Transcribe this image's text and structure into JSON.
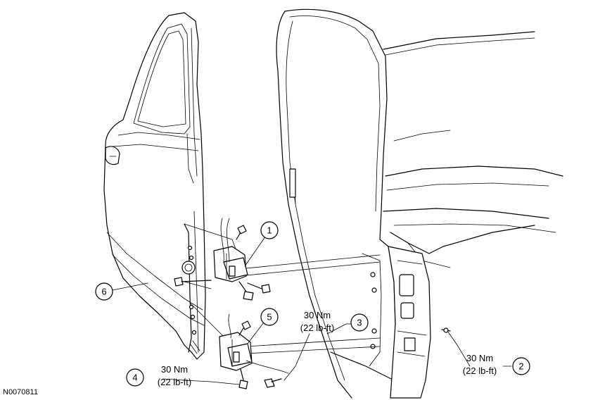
{
  "figure_id": "N0070811",
  "callouts": [
    {
      "number": "1"
    },
    {
      "number": "2"
    },
    {
      "number": "3"
    },
    {
      "number": "4"
    },
    {
      "number": "5"
    },
    {
      "number": "6"
    }
  ],
  "torque_specs": {
    "item2": {
      "metric": "30 Nm",
      "imperial": "(22 lb-ft)"
    },
    "item3": {
      "metric": "30 Nm",
      "imperial": "(22 lb-ft)"
    },
    "item4": {
      "metric": "30 Nm",
      "imperial": "(22 lb-ft)"
    }
  }
}
